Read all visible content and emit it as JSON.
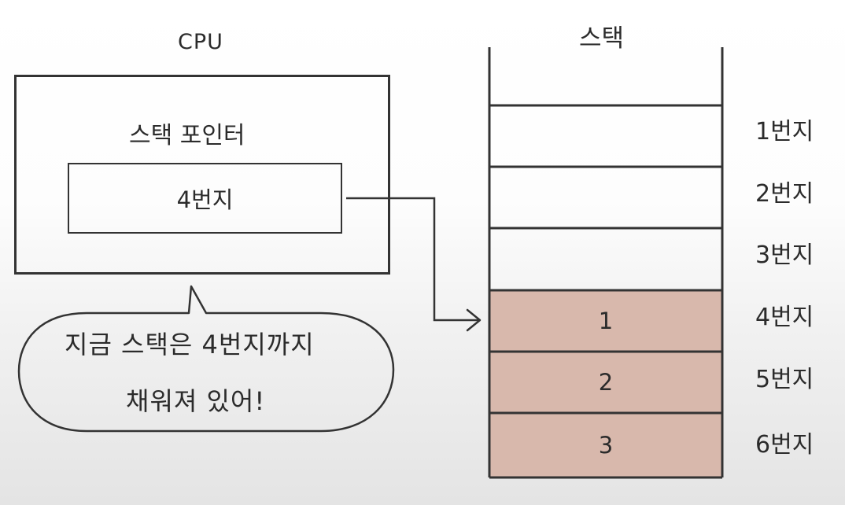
{
  "cpu": {
    "title": "CPU",
    "stack_pointer_label": "스택 포인터",
    "stack_pointer_value": "4번지"
  },
  "stack": {
    "title": "스택",
    "slots": [
      {
        "address": "1번지",
        "value": "",
        "filled": false
      },
      {
        "address": "2번지",
        "value": "",
        "filled": false
      },
      {
        "address": "3번지",
        "value": "",
        "filled": false
      },
      {
        "address": "4번지",
        "value": "1",
        "filled": true
      },
      {
        "address": "5번지",
        "value": "2",
        "filled": true
      },
      {
        "address": "6번지",
        "value": "3",
        "filled": true
      }
    ]
  },
  "speech_bubble": {
    "line1": "지금 스택은 4번지까지",
    "line2": "채워져 있어!"
  },
  "colors": {
    "filled_cell": "#d8b8ac",
    "stroke": "#333333"
  }
}
